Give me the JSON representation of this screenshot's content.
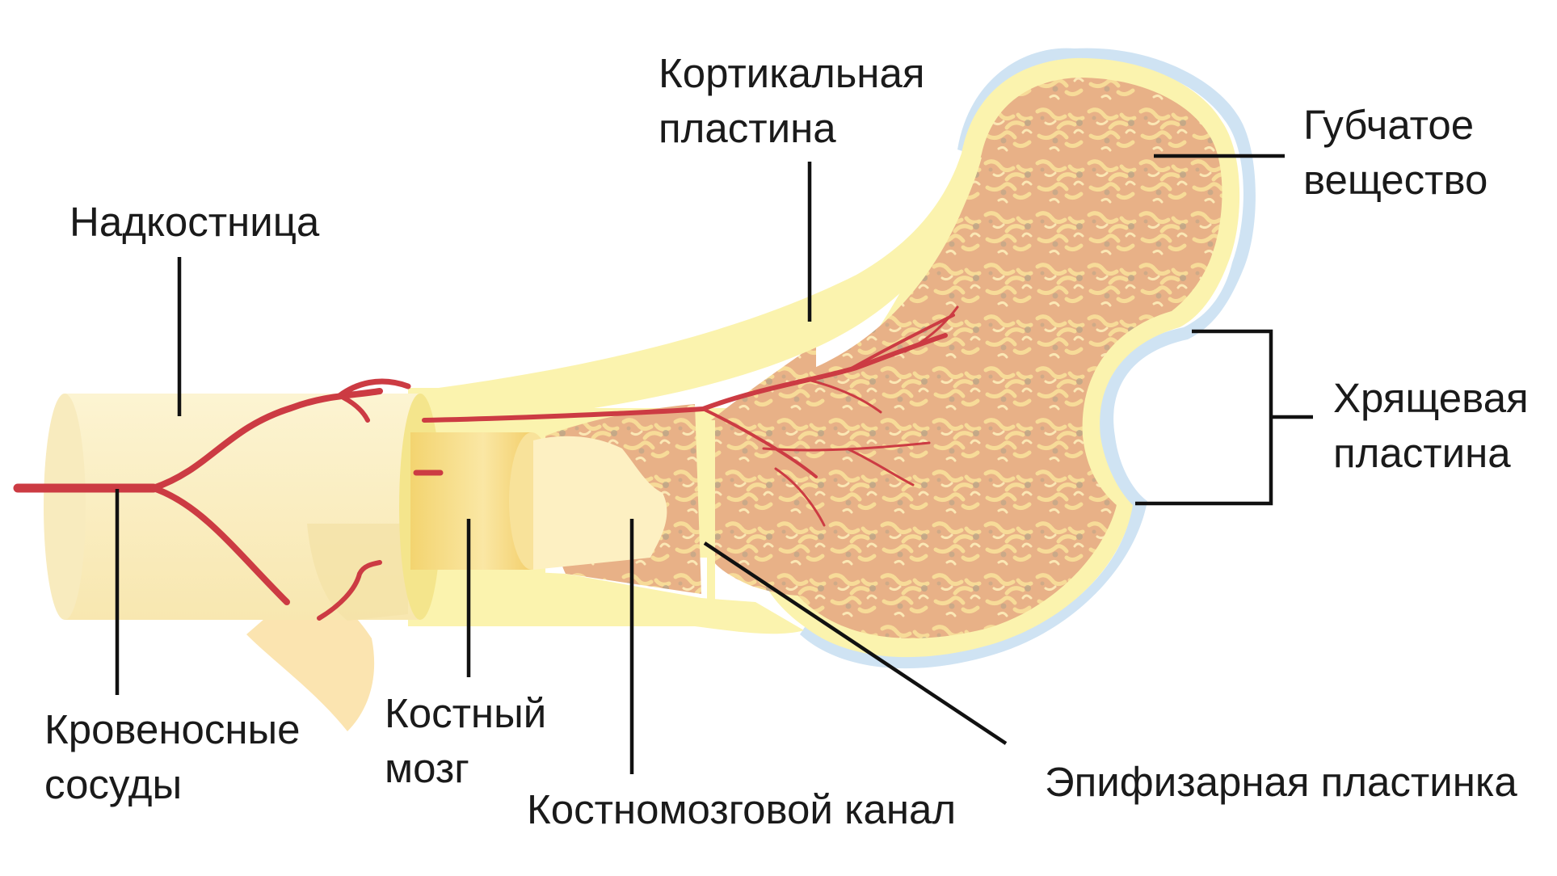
{
  "labels": {
    "periosteum": "Надкостница",
    "cortical_1": "Кортикальная",
    "cortical_2": "пластина",
    "spongy_1": "Губчатое",
    "spongy_2": "вещество",
    "cartilage_1": "Хрящевая",
    "cartilage_2": "пластина",
    "vessels_1": "Кровеносные",
    "vessels_2": "сосуды",
    "marrow_1": "Костный",
    "marrow_2": "мозг",
    "canal": "Костномозговой канал",
    "epiphyseal": "Эпифизарная пластинка"
  },
  "colors": {
    "periosteum": "#fbf1c6",
    "cortical": "#fbf3ae",
    "spongy": "#e9b488",
    "spongy_trabecula": "#f6d690",
    "cartilage": "#cfe3f3",
    "marrow": "#f1d375",
    "vessel": "#cc3b43"
  }
}
